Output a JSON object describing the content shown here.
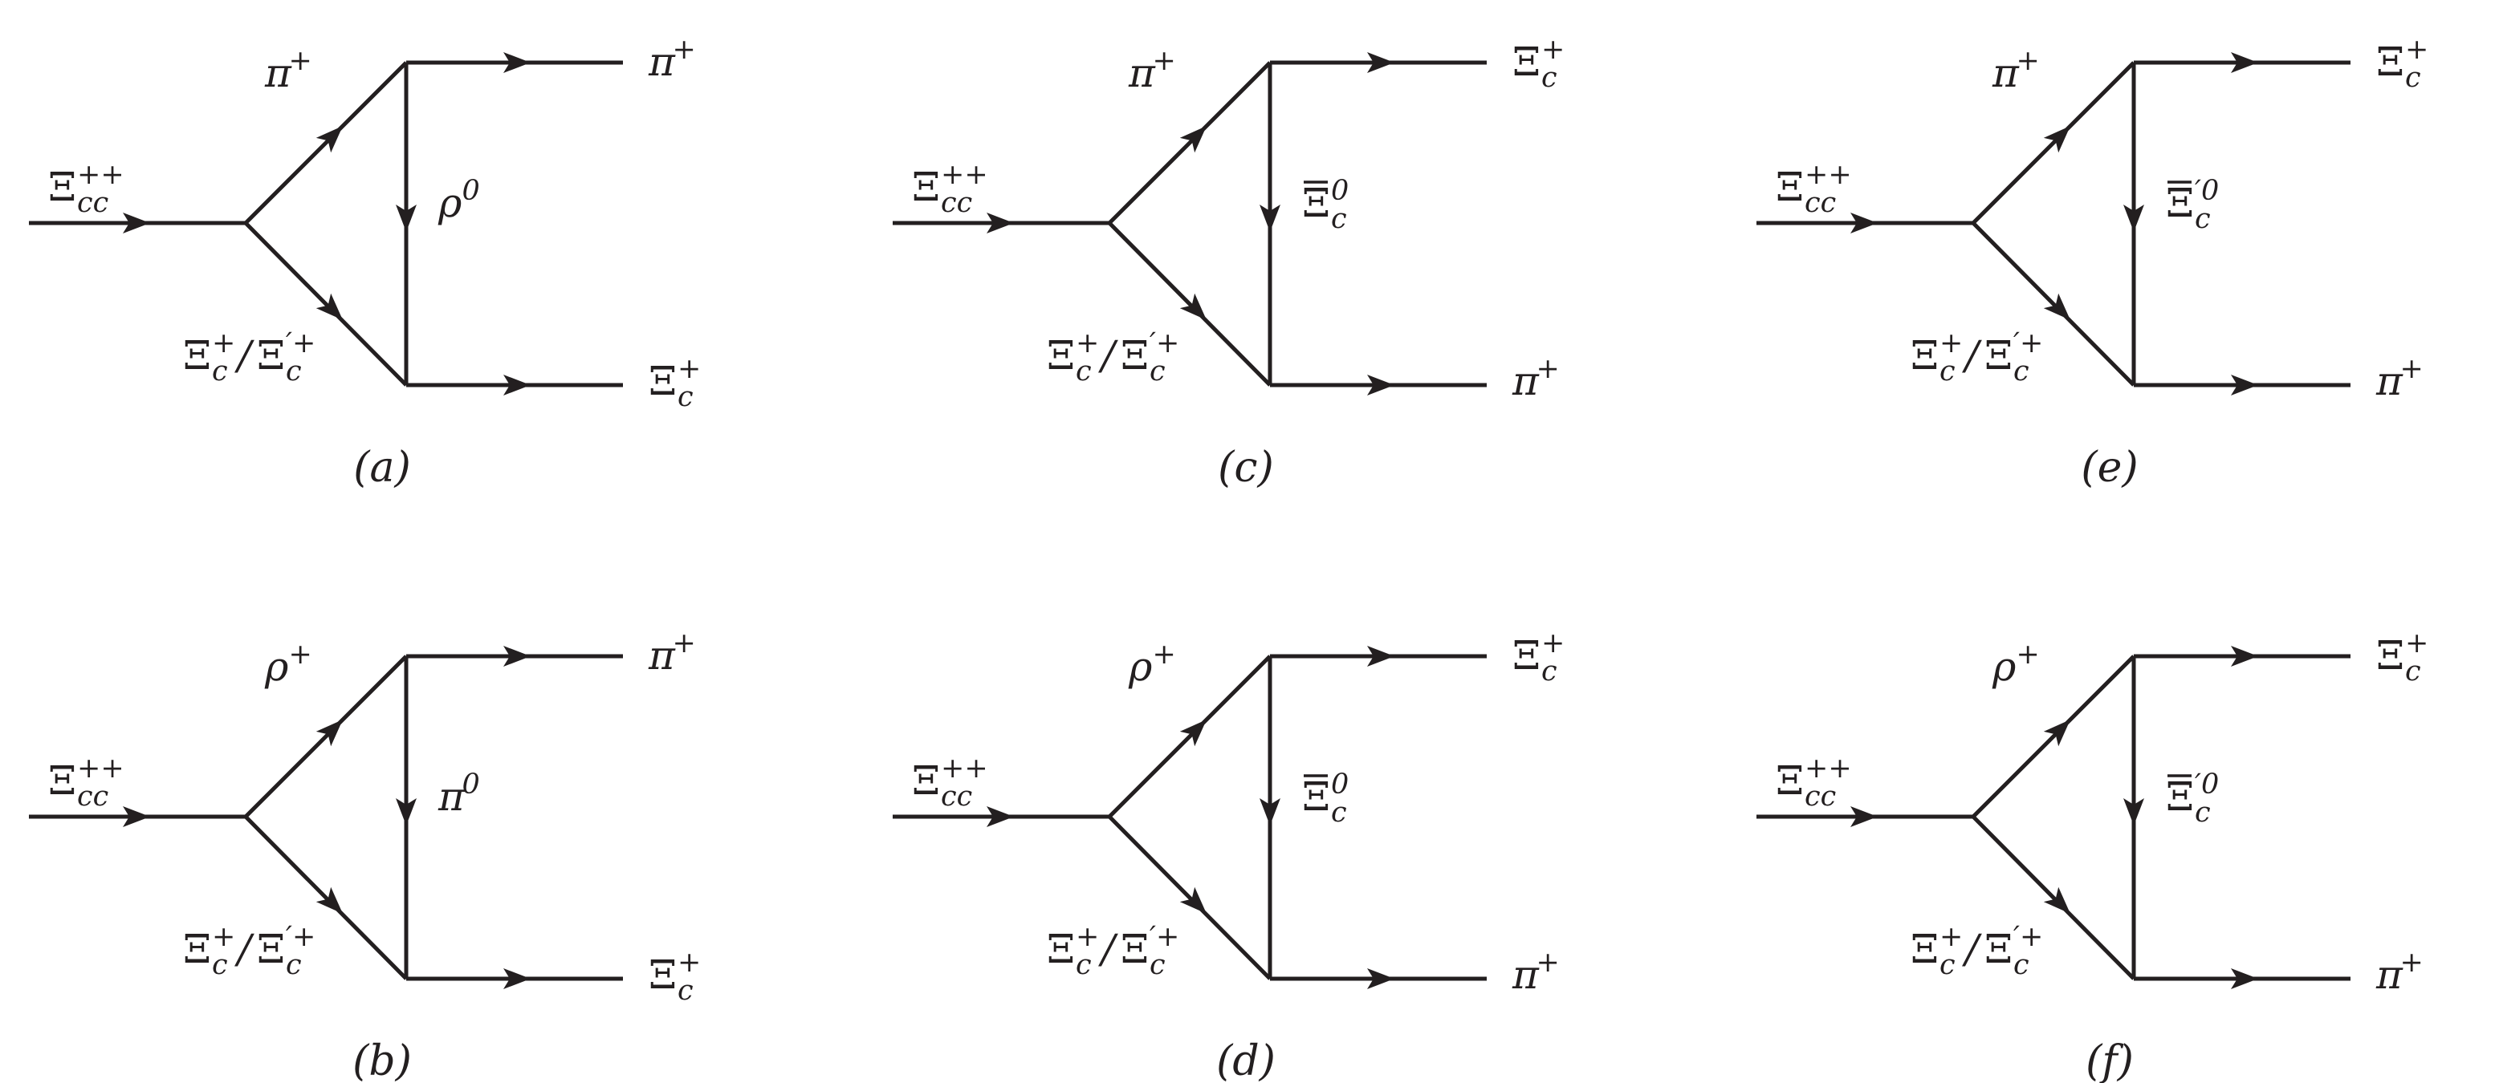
{
  "diagrams": [
    {
      "caption": "(a)",
      "incoming": {
        "sym": "Ξ",
        "bar": false,
        "sup": "++",
        "sub": "cc"
      },
      "upper": {
        "sym": "π",
        "sup": "+"
      },
      "lower": {
        "text": "Ξ",
        "sup1": "+",
        "sub1": "c",
        "slash": "/",
        "text2": "Ξ",
        "sup2": "′+",
        "sub2": "c"
      },
      "vertical": {
        "sym": "ρ",
        "bar": false,
        "sup": "0",
        "sub": ""
      },
      "out_top": {
        "sym": "π",
        "sup": "+",
        "sub": ""
      },
      "out_bot": {
        "sym": "Ξ",
        "sup": "+",
        "sub": "c"
      }
    },
    {
      "caption": "(b)",
      "incoming": {
        "sym": "Ξ",
        "bar": false,
        "sup": "++",
        "sub": "cc"
      },
      "upper": {
        "sym": "ρ",
        "sup": "+"
      },
      "lower": {
        "text": "Ξ",
        "sup1": "+",
        "sub1": "c",
        "slash": "/",
        "text2": "Ξ",
        "sup2": "′+",
        "sub2": "c"
      },
      "vertical": {
        "sym": "π",
        "bar": false,
        "sup": "0",
        "sub": ""
      },
      "out_top": {
        "sym": "π",
        "sup": "+",
        "sub": ""
      },
      "out_bot": {
        "sym": "Ξ",
        "sup": "+",
        "sub": "c"
      }
    },
    {
      "caption": "(c)",
      "incoming": {
        "sym": "Ξ",
        "bar": false,
        "sup": "++",
        "sub": "cc"
      },
      "upper": {
        "sym": "π",
        "sup": "+"
      },
      "lower": {
        "text": "Ξ",
        "sup1": "+",
        "sub1": "c",
        "slash": "/",
        "text2": "Ξ",
        "sup2": "′+",
        "sub2": "c"
      },
      "vertical": {
        "sym": "Ξ",
        "bar": true,
        "sup": "0",
        "sub": "c"
      },
      "out_top": {
        "sym": "Ξ",
        "sup": "+",
        "sub": "c"
      },
      "out_bot": {
        "sym": "π",
        "sup": "+",
        "sub": ""
      }
    },
    {
      "caption": "(d)",
      "incoming": {
        "sym": "Ξ",
        "bar": false,
        "sup": "++",
        "sub": "cc"
      },
      "upper": {
        "sym": "ρ",
        "sup": "+"
      },
      "lower": {
        "text": "Ξ",
        "sup1": "+",
        "sub1": "c",
        "slash": "/",
        "text2": "Ξ",
        "sup2": "′+",
        "sub2": "c"
      },
      "vertical": {
        "sym": "Ξ",
        "bar": true,
        "sup": "0",
        "sub": "c"
      },
      "out_top": {
        "sym": "Ξ",
        "sup": "+",
        "sub": "c"
      },
      "out_bot": {
        "sym": "π",
        "sup": "+",
        "sub": ""
      }
    },
    {
      "caption": "(e)",
      "incoming": {
        "sym": "Ξ",
        "bar": false,
        "sup": "++",
        "sub": "cc"
      },
      "upper": {
        "sym": "π",
        "sup": "+"
      },
      "lower": {
        "text": "Ξ",
        "sup1": "+",
        "sub1": "c",
        "slash": "/",
        "text2": "Ξ",
        "sup2": "′+",
        "sub2": "c"
      },
      "vertical": {
        "sym": "Ξ",
        "bar": true,
        "sup": "′0",
        "sub": "c"
      },
      "out_top": {
        "sym": "Ξ",
        "sup": "+",
        "sub": "c"
      },
      "out_bot": {
        "sym": "π",
        "sup": "+",
        "sub": ""
      }
    },
    {
      "caption": "(f)",
      "incoming": {
        "sym": "Ξ",
        "bar": false,
        "sup": "++",
        "sub": "cc"
      },
      "upper": {
        "sym": "ρ",
        "sup": "+"
      },
      "lower": {
        "text": "Ξ",
        "sup1": "+",
        "sub1": "c",
        "slash": "/",
        "text2": "Ξ",
        "sup2": "′+",
        "sub2": "c"
      },
      "vertical": {
        "sym": "Ξ",
        "bar": true,
        "sup": "′0",
        "sub": "c"
      },
      "out_top": {
        "sym": "Ξ",
        "sup": "+",
        "sub": "c"
      },
      "out_bot": {
        "sym": "π",
        "sup": "+",
        "sub": ""
      }
    }
  ]
}
